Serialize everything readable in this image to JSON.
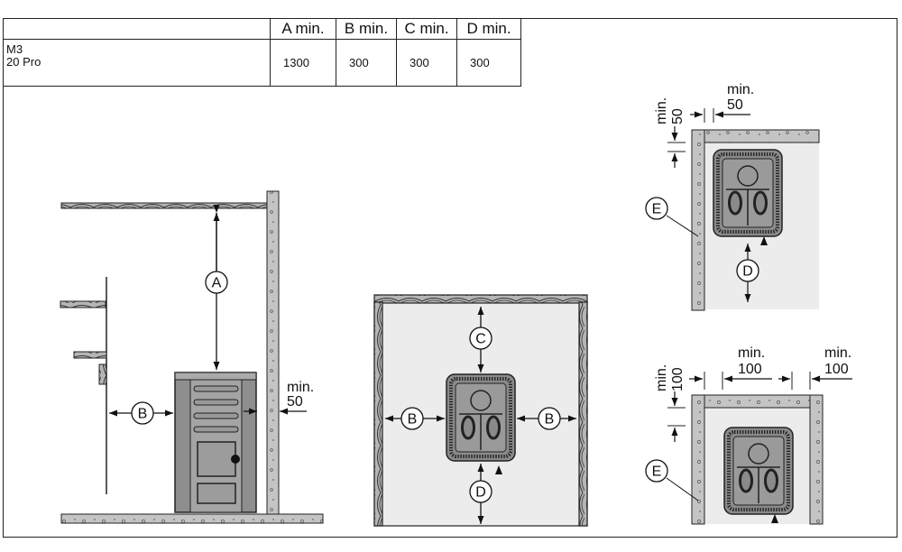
{
  "table": {
    "headers": [
      "A min.",
      "B min.",
      "C min.",
      "D min."
    ],
    "rows": [
      {
        "model_line1": "M3",
        "model_line2": "20 Pro",
        "values": [
          "1300",
          "300",
          "300",
          "300"
        ]
      }
    ]
  },
  "labels": {
    "A": "A",
    "B": "B",
    "C": "C",
    "D": "D",
    "E": "E",
    "min": "min.",
    "min_50": "50",
    "min_100": "100"
  }
}
